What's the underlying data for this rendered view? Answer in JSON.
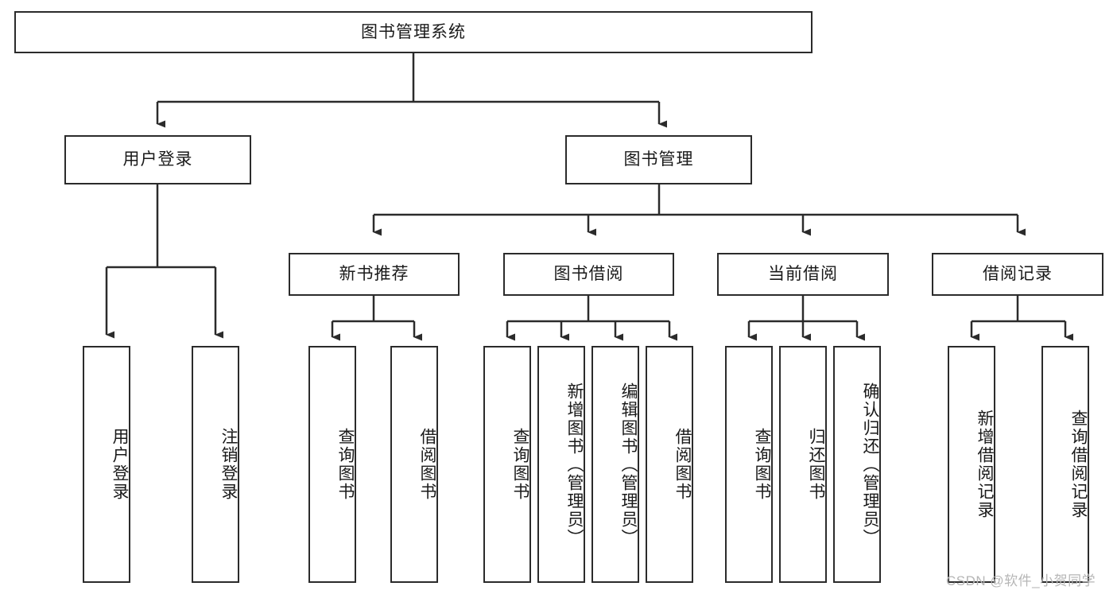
{
  "diagram": {
    "type": "tree-hierarchy",
    "title": "图书管理系统",
    "watermark": "CSDN @软件_小贺同学",
    "colors": {
      "box_border": "#2b2b2b",
      "box_fill": "#ffffff",
      "connector": "#2b2b2b",
      "text": "#1a1a1a",
      "watermark": "#b6b6b6",
      "background": "#ffffff"
    },
    "root": {
      "label": "图书管理系统",
      "orientation": "horizontal"
    },
    "level2": [
      {
        "id": "user-login",
        "label": "用户登录",
        "orientation": "horizontal"
      },
      {
        "id": "book-manage",
        "label": "图书管理",
        "orientation": "horizontal"
      }
    ],
    "level3": [
      {
        "id": "new-book-recommend",
        "label": "新书推荐",
        "orientation": "horizontal",
        "parent": "book-manage"
      },
      {
        "id": "book-borrow",
        "label": "图书借阅",
        "orientation": "horizontal",
        "parent": "book-manage"
      },
      {
        "id": "current-borrow",
        "label": "当前借阅",
        "orientation": "horizontal",
        "parent": "book-manage"
      },
      {
        "id": "borrow-record",
        "label": "借阅记录",
        "orientation": "horizontal",
        "parent": "book-manage"
      }
    ],
    "leaves": [
      {
        "id": "leaf-user-login",
        "label": "用户登录",
        "parent": "user-login",
        "orientation": "vertical"
      },
      {
        "id": "leaf-user-logout",
        "label": "注销登录",
        "parent": "user-login",
        "orientation": "vertical"
      },
      {
        "id": "leaf-query-book-1",
        "label": "查询图书",
        "parent": "new-book-recommend",
        "orientation": "vertical"
      },
      {
        "id": "leaf-borrow-book-1",
        "label": "借阅图书",
        "parent": "new-book-recommend",
        "orientation": "vertical"
      },
      {
        "id": "leaf-query-book-2",
        "label": "查询图书",
        "parent": "book-borrow",
        "orientation": "vertical"
      },
      {
        "id": "leaf-add-book",
        "label": "新增图书（管理员）",
        "parent": "book-borrow",
        "orientation": "vertical"
      },
      {
        "id": "leaf-edit-book",
        "label": "编辑图书（管理员）",
        "parent": "book-borrow",
        "orientation": "vertical"
      },
      {
        "id": "leaf-borrow-book-2",
        "label": "借阅图书",
        "parent": "book-borrow",
        "orientation": "vertical"
      },
      {
        "id": "leaf-query-book-3",
        "label": "查询图书",
        "parent": "current-borrow",
        "orientation": "vertical"
      },
      {
        "id": "leaf-return-book",
        "label": "归还图书",
        "parent": "current-borrow",
        "orientation": "vertical"
      },
      {
        "id": "leaf-confirm-return",
        "label": "确认归还（管理员）",
        "parent": "current-borrow",
        "orientation": "vertical"
      },
      {
        "id": "leaf-add-record",
        "label": "新增借阅记录",
        "parent": "borrow-record",
        "orientation": "vertical"
      },
      {
        "id": "leaf-query-record",
        "label": "查询借阅记录",
        "parent": "borrow-record",
        "orientation": "vertical"
      }
    ]
  }
}
